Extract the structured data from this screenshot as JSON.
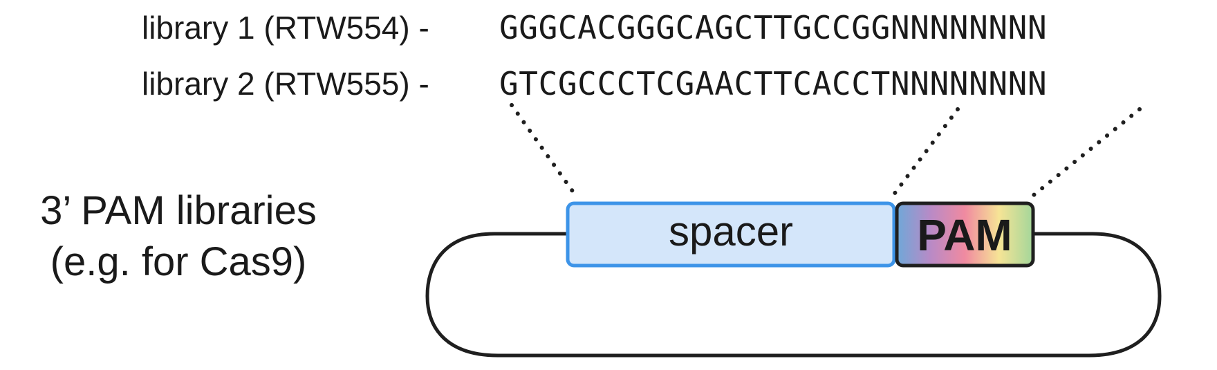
{
  "libraries": [
    {
      "label": "library 1 (RTW554) -",
      "sequence": "GGGCACGGGCAGCTTGCCGGNNNNNNNN"
    },
    {
      "label": "library 2 (RTW555) -",
      "sequence": "GTCGCCCTCGAACTTCACCTNNNNNNNN"
    }
  ],
  "title": {
    "line1": "3’ PAM libraries",
    "line2": "(e.g. for Cas9)"
  },
  "plasmid": {
    "spacer_label": "spacer",
    "pam_label": "PAM"
  },
  "colors": {
    "spacer_fill": "#d4e6fa",
    "spacer_stroke": "#3d94e8",
    "outline": "#1f1f1f",
    "pam_gradient": [
      "#6fa8d8",
      "#b98ac6",
      "#f08aa0",
      "#f6e496",
      "#a3d69a"
    ]
  }
}
